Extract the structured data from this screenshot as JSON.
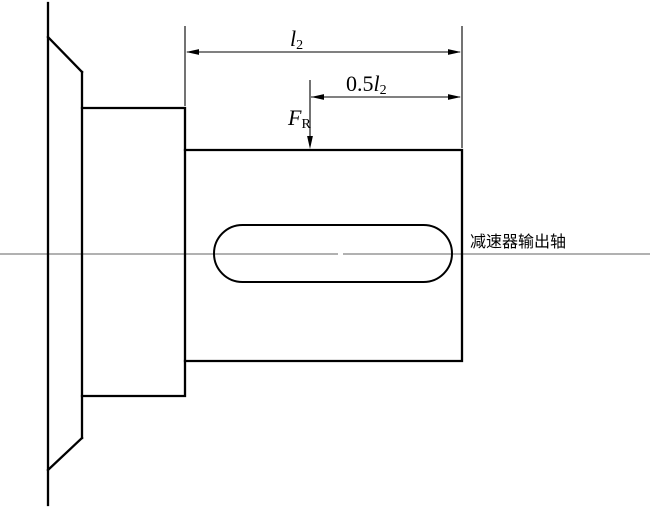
{
  "drawing": {
    "labels": {
      "dim_l2": {
        "main": "l",
        "sub": "2"
      },
      "dim_half_l2": {
        "prefix": "0.5",
        "main": "l",
        "sub": "2"
      },
      "force": {
        "main": "F",
        "sub": "R"
      },
      "part_name": "减速器输出轴"
    },
    "colors": {
      "outline": "#000000",
      "centerline": "#b1b1b1",
      "background": "#ffffff"
    }
  }
}
